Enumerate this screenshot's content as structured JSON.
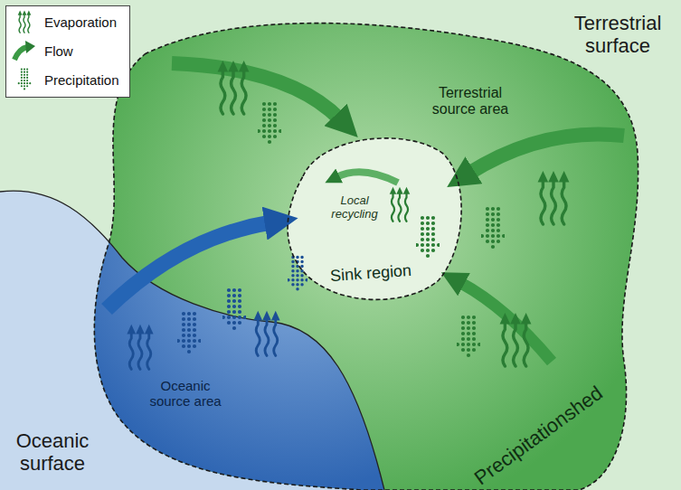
{
  "diagram": {
    "nodes": [
      {
        "text": [
          "Precipitationshed"
        ]
      },
      {
        "text": [
          "Sink region",
          "Local recycling"
        ],
        "in": 0
      }
    ],
    "labels": [
      "Terrestrial surface",
      "Oceanic surface",
      "Terrestrial source area",
      "Oceanic source area"
    ],
    "legend": [
      {
        "text": "Evaporation"
      },
      {
        "text": "Flow"
      },
      {
        "text": "Precipitation"
      }
    ]
  }
}
